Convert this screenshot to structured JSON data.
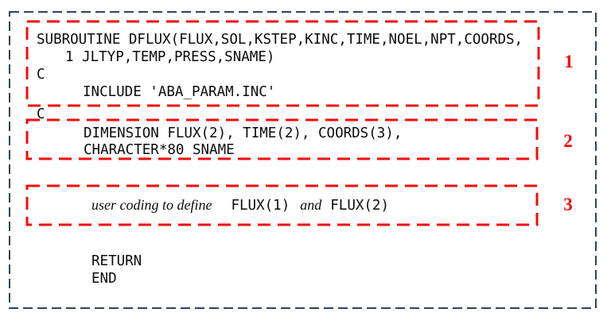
{
  "code": {
    "lines": [
      "SUBROUTINE DFLUX(FLUX,SOL,KSTEP,KINC,TIME,NOEL,NPT,COORDS,",
      "1 JLTYP,TEMP,PRESS,SNAME)",
      "C",
      "INCLUDE 'ABA_PARAM.INC'",
      "C",
      "DIMENSION FLUX(2), TIME(2), COORDS(3),",
      "CHARACTER*80 SNAME",
      "RETURN",
      "END"
    ]
  },
  "note": {
    "prefix": "user coding to define",
    "code_a": "FLUX(1)",
    "conjunction": "and",
    "code_b": "FLUX(2)"
  },
  "callouts": [
    "1",
    "2",
    "3"
  ],
  "colors": {
    "highlight_red": "#f40b0b",
    "outer_border": "#324358",
    "code_text": "#0b0b0b",
    "page_bg": "#ffffff"
  }
}
